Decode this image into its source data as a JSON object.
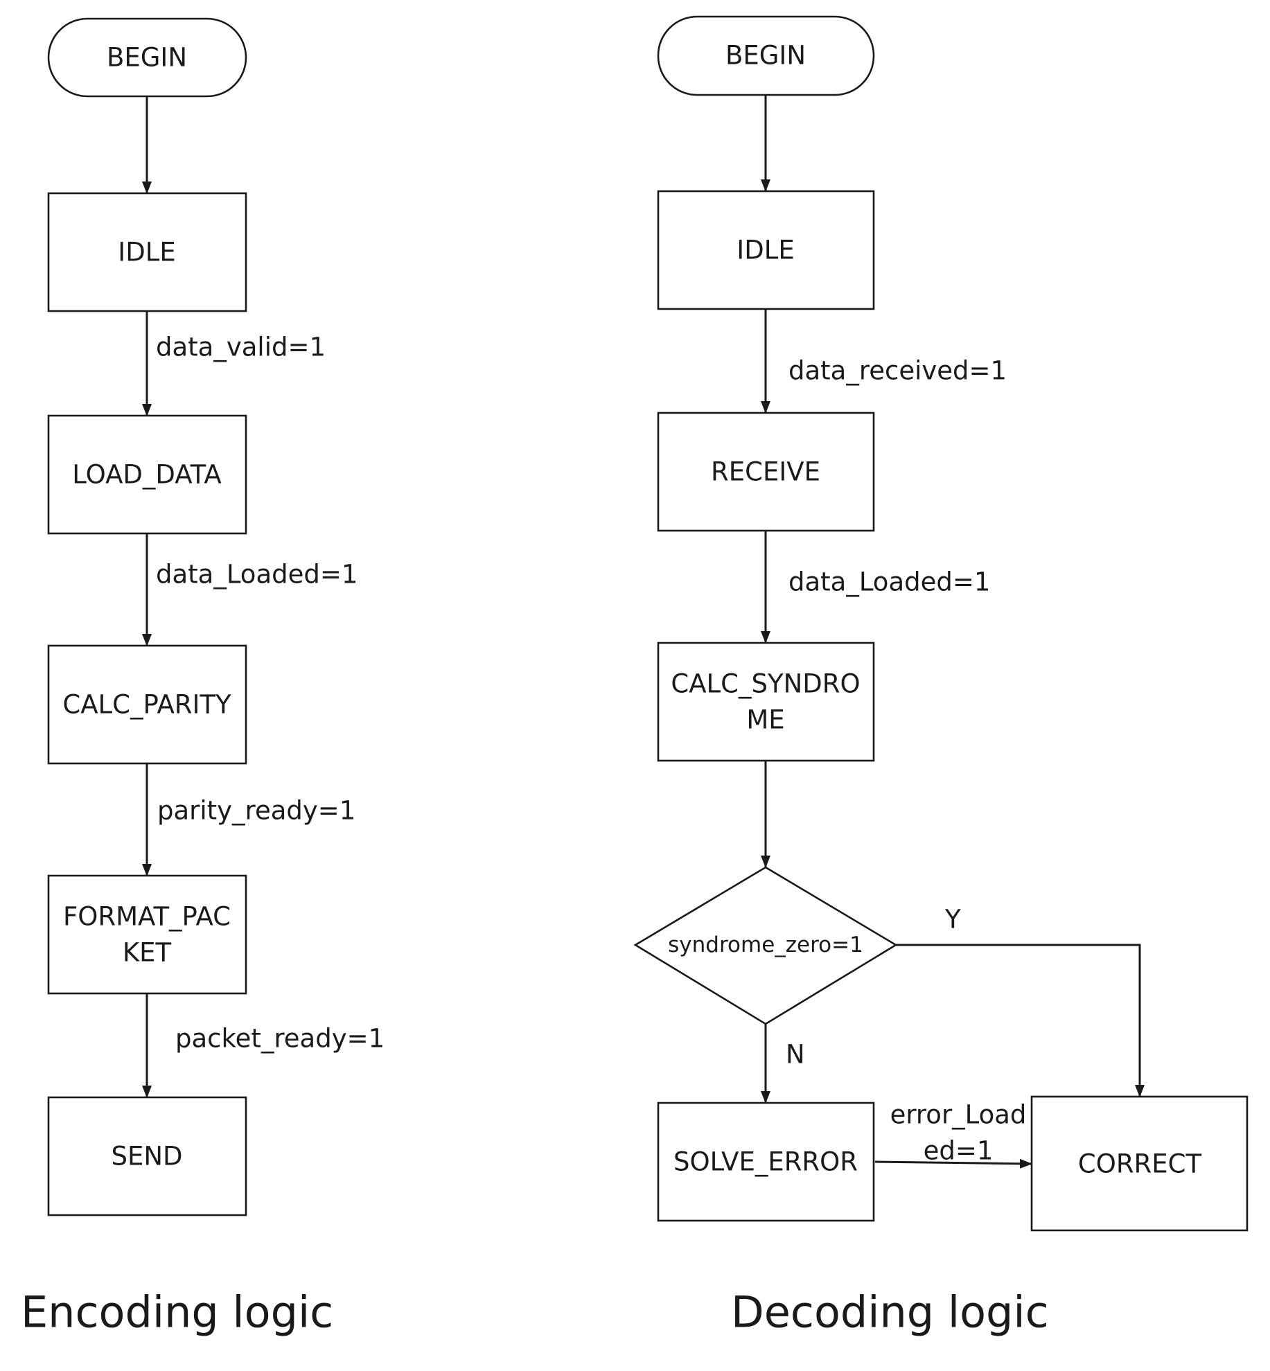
{
  "encoding": {
    "caption": "Encoding logic",
    "nodes": {
      "begin": "BEGIN",
      "idle": "IDLE",
      "load_data": "LOAD_DATA",
      "calc_parity": "CALC_PARITY",
      "format_packet_line1": "FORMAT_PAC",
      "format_packet_line2": "KET",
      "send": "SEND"
    },
    "edges": {
      "data_valid": "data_valid=1",
      "data_loaded": "data_Loaded=1",
      "parity_ready": "parity_ready=1",
      "packet_ready": "packet_ready=1"
    }
  },
  "decoding": {
    "caption": "Decoding logic",
    "nodes": {
      "begin": "BEGIN",
      "idle": "IDLE",
      "receive": "RECEIVE",
      "calc_syndrome_line1": "CALC_SYNDRO",
      "calc_syndrome_line2": "ME",
      "decision": "syndrome_zero=1",
      "solve_error": "SOLVE_ERROR",
      "correct": "CORRECT"
    },
    "edges": {
      "data_received": "data_received=1",
      "data_loaded": "data_Loaded=1",
      "yes": "Y",
      "no": "N",
      "error_loaded_line1": "error_Load",
      "error_loaded_line2": "ed=1"
    }
  }
}
